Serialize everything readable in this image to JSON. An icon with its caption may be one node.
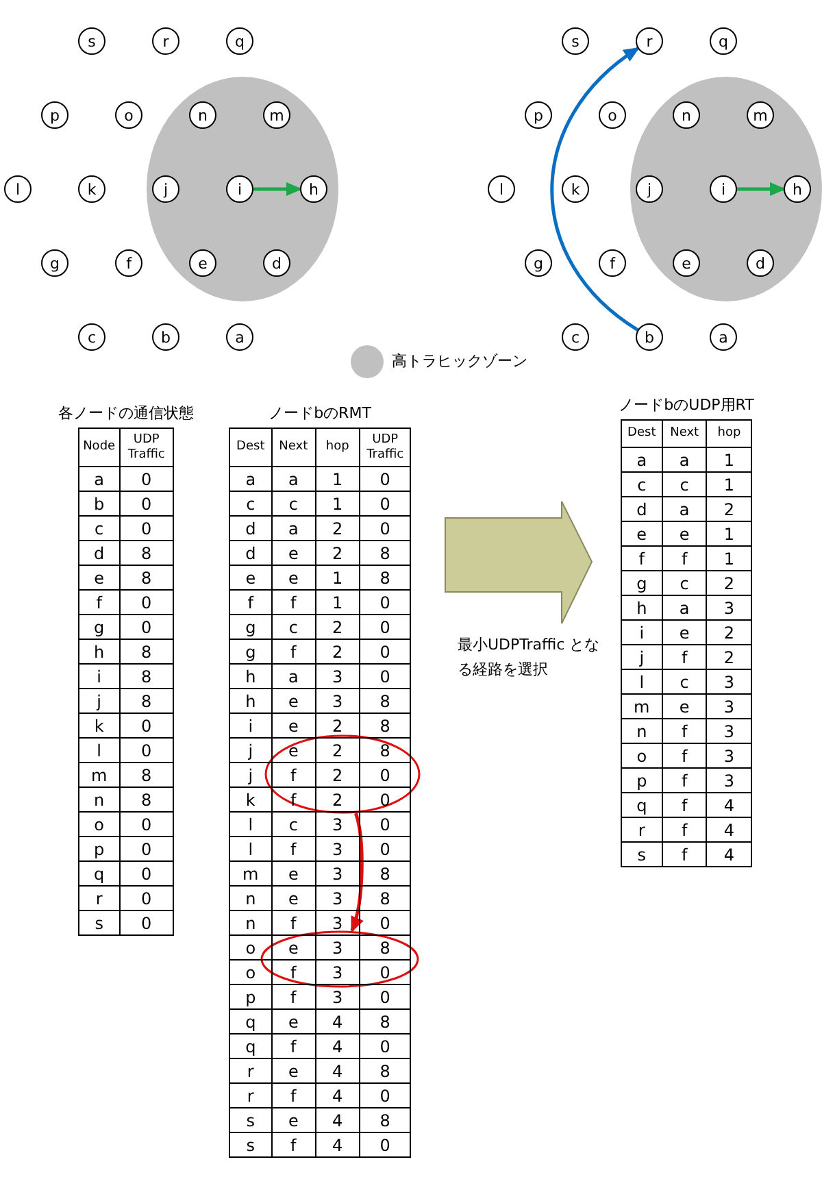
{
  "diagram": {
    "nodes": [
      {
        "text": [
          "s"
        ]
      },
      {
        "text": [
          "r"
        ]
      },
      {
        "text": [
          "q"
        ]
      },
      {
        "text": [
          "p"
        ]
      },
      {
        "text": [
          "o"
        ]
      },
      {
        "text": [
          "n"
        ]
      },
      {
        "text": [
          "m"
        ]
      },
      {
        "text": [
          "l"
        ]
      },
      {
        "text": [
          "k"
        ]
      },
      {
        "text": [
          "j"
        ]
      },
      {
        "text": [
          "i"
        ]
      },
      {
        "text": [
          "h"
        ]
      },
      {
        "text": [
          "g"
        ]
      },
      {
        "text": [
          "f"
        ]
      },
      {
        "text": [
          "e"
        ]
      },
      {
        "text": [
          "d"
        ]
      },
      {
        "text": [
          "c"
        ]
      },
      {
        "text": [
          "b"
        ]
      },
      {
        "text": [
          "a"
        ]
      },
      {
        "text": [
          "s"
        ]
      },
      {
        "text": [
          "r"
        ]
      },
      {
        "text": [
          "q"
        ]
      },
      {
        "text": [
          "p"
        ]
      },
      {
        "text": [
          "o"
        ]
      },
      {
        "text": [
          "n"
        ]
      },
      {
        "text": [
          "m"
        ]
      },
      {
        "text": [
          "l"
        ]
      },
      {
        "text": [
          "k"
        ]
      },
      {
        "text": [
          "j"
        ]
      },
      {
        "text": [
          "i"
        ]
      },
      {
        "text": [
          "h"
        ]
      },
      {
        "text": [
          "g"
        ]
      },
      {
        "text": [
          "f"
        ]
      },
      {
        "text": [
          "e"
        ]
      },
      {
        "text": [
          "d"
        ]
      },
      {
        "text": [
          "c"
        ]
      },
      {
        "text": [
          "b"
        ]
      },
      {
        "text": [
          "a"
        ]
      },
      {
        "text": [],
        "shape": "ellipse"
      },
      {
        "text": [],
        "shape": "ellipse"
      }
    ],
    "edges": [
      {
        "from": 10,
        "to": 11,
        "arrow": "to",
        "color": "#1aa84a"
      },
      {
        "from": 29,
        "to": 30,
        "arrow": "to",
        "color": "#1aa84a"
      },
      {
        "from": 36,
        "to": 20,
        "arrow": "to",
        "color": "#0a6fc2"
      },
      {
        "from": 38,
        "to": 39,
        "arrow": "to",
        "color": "#e01010"
      }
    ],
    "labels": [
      "各ノードの通信状態",
      "Node",
      "UDP Traffic",
      "a",
      "0",
      "b",
      "0",
      "c",
      "0",
      "d",
      "8",
      "e",
      "8",
      "f",
      "0",
      "g",
      "0",
      "h",
      "8",
      "i",
      "8",
      "j",
      "8",
      "k",
      "0",
      "l",
      "0",
      "m",
      "8",
      "n",
      "8",
      "o",
      "0",
      "p",
      "0",
      "q",
      "0",
      "r",
      "0",
      "s",
      "0",
      "ノードbのRMT",
      "Dest",
      "Next",
      "hop",
      "UDP Traffic",
      "a",
      "a",
      "1",
      "0",
      "c",
      "c",
      "1",
      "0",
      "d",
      "a",
      "2",
      "0",
      "d",
      "e",
      "2",
      "8",
      "e",
      "e",
      "1",
      "8",
      "f",
      "f",
      "1",
      "0",
      "g",
      "c",
      "2",
      "0",
      "g",
      "f",
      "2",
      "0",
      "h",
      "a",
      "3",
      "0",
      "h",
      "e",
      "3",
      "8",
      "i",
      "e",
      "2",
      "8",
      "j",
      "e",
      "2",
      "8",
      "j",
      "f",
      "2",
      "0",
      "k",
      "f",
      "2",
      "0",
      "l",
      "c",
      "3",
      "0",
      "l",
      "f",
      "3",
      "0",
      "m",
      "e",
      "3",
      "8",
      "n",
      "e",
      "3",
      "8",
      "n",
      "f",
      "3",
      "0",
      "o",
      "e",
      "3",
      "8",
      "o",
      "f",
      "3",
      "0",
      "p",
      "f",
      "3",
      "0",
      "q",
      "e",
      "4",
      "8",
      "q",
      "f",
      "4",
      "0",
      "r",
      "e",
      "4",
      "8",
      "r",
      "f",
      "4",
      "0",
      "s",
      "e",
      "4",
      "8",
      "s",
      "f",
      "4",
      "0",
      "ノードbのUDP用RT",
      "Dest",
      "Next",
      "hop",
      "a",
      "a",
      "1",
      "c",
      "c",
      "1",
      "d",
      "a",
      "2",
      "e",
      "e",
      "1",
      "f",
      "f",
      "1",
      "g",
      "c",
      "2",
      "h",
      "a",
      "3",
      "i",
      "e",
      "2",
      "j",
      "f",
      "2",
      "l",
      "c",
      "3",
      "m",
      "e",
      "3",
      "n",
      "f",
      "3",
      "o",
      "f",
      "3",
      "p",
      "f",
      "3",
      "q",
      "f",
      "4",
      "r",
      "f",
      "4",
      "s",
      "f",
      "4",
      "最小UDPTraffic となる経路を選択"
    ],
    "legend": [
      {
        "text": "高トラヒックゾーン",
        "color": "#c0c0c0"
      }
    ]
  }
}
